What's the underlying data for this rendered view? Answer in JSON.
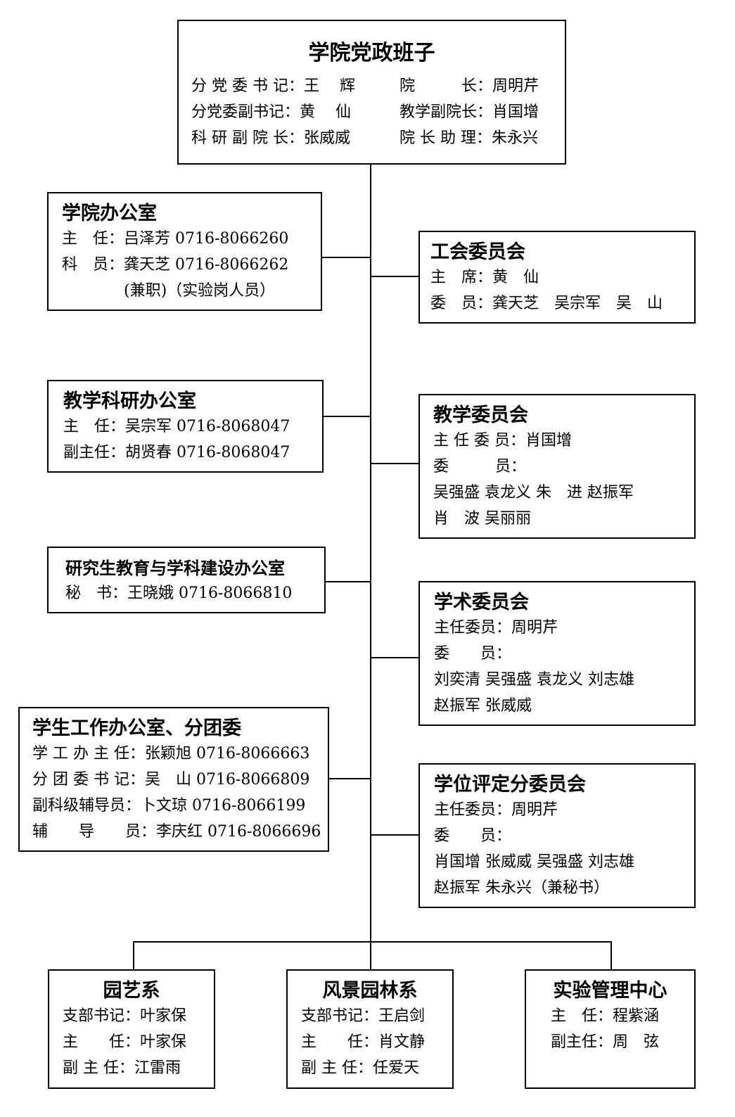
{
  "leadership": {
    "title": "学院党政班子",
    "rows": [
      [
        "分 党 委 书 记：王 　辉",
        "院　　　长：周明芹"
      ],
      [
        "分党委副书记：黄 　仙",
        "教学副院长：肖国增"
      ],
      [
        "科 研 副 院 长：张威威",
        "院 长 助 理：朱永兴"
      ]
    ]
  },
  "left_boxes": [
    {
      "title": "学院办公室",
      "lines": [
        "主　任：吕泽芳 0716-8066260",
        "科　员：龚天芝 0716-8066262",
        "　　　　(兼职)（实验岗人员）"
      ]
    },
    {
      "title": "教学科研办公室",
      "lines": [
        "主　任：吴宗军 0716-8068047",
        "副主任：胡贤春 0716-8068047"
      ]
    },
    {
      "title": "研究生教育与学科建设办公室",
      "lines": [
        "秘　书：王晓娥 0716-8066810"
      ]
    },
    {
      "title": "学生工作办公室、分团委",
      "lines": [
        "学 工 办 主 任：张颖旭 0716-8066663",
        "分 团 委 书 记：吴　山 0716-8066809",
        "副科级辅导员：卜文琼 0716-8066199",
        "辅　　导　　员：李庆红 0716-8066696"
      ]
    }
  ],
  "right_boxes": [
    {
      "title": "工会委员会",
      "lines": [
        "主　席：黄　仙",
        "委　员：龚天芝　吴宗军　吴　山"
      ]
    },
    {
      "title": "教学委员会",
      "lines": [
        "主 任 委 员：肖国增",
        "委　　　员：",
        "吴强盛 袁龙义 朱　进 赵振军",
        "肖　波 吴丽丽"
      ]
    },
    {
      "title": "学术委员会",
      "lines": [
        "主任委员：周明芹",
        "委　　员：",
        "刘奕清 吴强盛 袁龙义 刘志雄",
        "赵振军 张威威"
      ]
    },
    {
      "title": "学位评定分委员会",
      "lines": [
        "主任委员：周明芹",
        "委　　员：",
        "肖国增 张威威 吴强盛 刘志雄",
        "赵振军 朱永兴（兼秘书）"
      ]
    }
  ],
  "bottom_boxes": [
    {
      "title": "园艺系",
      "lines": [
        "支部书记：叶家保",
        "主　　任：叶家保",
        "副 主 任：江雷雨"
      ]
    },
    {
      "title": "风景园林系",
      "lines": [
        "支部书记：王启剑",
        "主　　任：肖文静",
        "副 主 任：任爱天"
      ]
    },
    {
      "title": "实验管理中心",
      "lines": [
        "主　任：程紫涵",
        "副主任：周　弦"
      ]
    }
  ]
}
